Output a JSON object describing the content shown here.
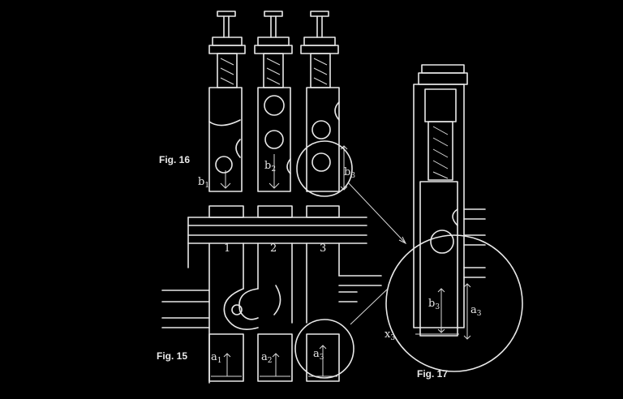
{
  "figures": {
    "fig15": "Fig. 15",
    "fig16": "Fig. 16",
    "fig17": "Fig. 17"
  },
  "valve_numbers": [
    "1",
    "2",
    "3"
  ],
  "dimensions": {
    "a1": {
      "base": "a",
      "sub": "1"
    },
    "a2": {
      "base": "a",
      "sub": "2"
    },
    "a3": {
      "base": "a",
      "sub": "3"
    },
    "a3_fig17": {
      "base": "a",
      "sub": "3"
    },
    "b1": {
      "base": "b",
      "sub": "1"
    },
    "b2": {
      "base": "b",
      "sub": "2"
    },
    "b3": {
      "base": "b",
      "sub": "3"
    },
    "b3_fig17": {
      "base": "b",
      "sub": "3"
    },
    "x3": {
      "base": "x",
      "sub": "3"
    }
  },
  "colors": {
    "background": "#000000",
    "line": "#e8e8e8"
  }
}
